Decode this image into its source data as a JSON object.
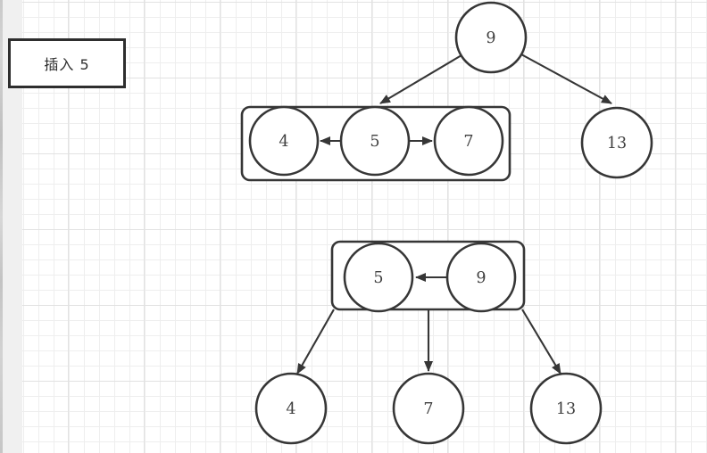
{
  "label_box": {
    "text": "插入 5"
  },
  "colors": {
    "shape_stroke": "#363636",
    "shape_fill": "#ffffff",
    "node_text": "#3f3f3f",
    "grid_minor": "#eeeeee",
    "grid_major": "#e2e2e2",
    "canvas_margin": "#f0f0f0",
    "window_edge": "#c8c8c8"
  },
  "tree_before": {
    "root": "9",
    "group": [
      "4",
      "5",
      "7"
    ],
    "right_leaf": "13"
  },
  "tree_after": {
    "group": [
      "5",
      "9"
    ],
    "leaves": [
      "4",
      "7",
      "13"
    ]
  }
}
